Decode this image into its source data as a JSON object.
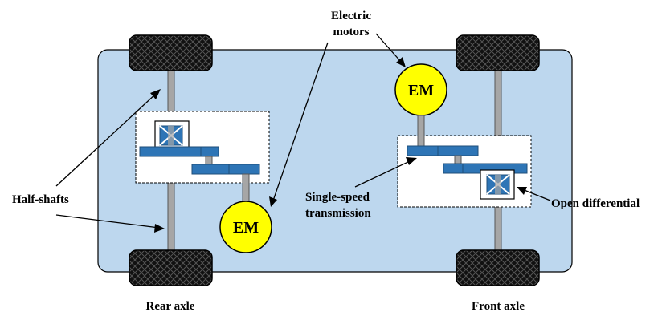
{
  "labels": {
    "electric_motors_line1": "Electric",
    "electric_motors_line2": "motors",
    "half_shafts": "Half-shafts",
    "single_speed_line1": "Single-speed",
    "single_speed_line2": "transmission",
    "open_differential": "Open differential",
    "rear_axle": "Rear axle",
    "front_axle": "Front axle",
    "em_rear": "EM",
    "em_front": "EM"
  },
  "colors": {
    "chassis_fill": "#bdd7ee",
    "gear_blue": "#2e75b6",
    "motor_yellow": "#ffff00",
    "shaft_gray": "#a6a6a6",
    "tire_black": "#1a1a1a"
  }
}
